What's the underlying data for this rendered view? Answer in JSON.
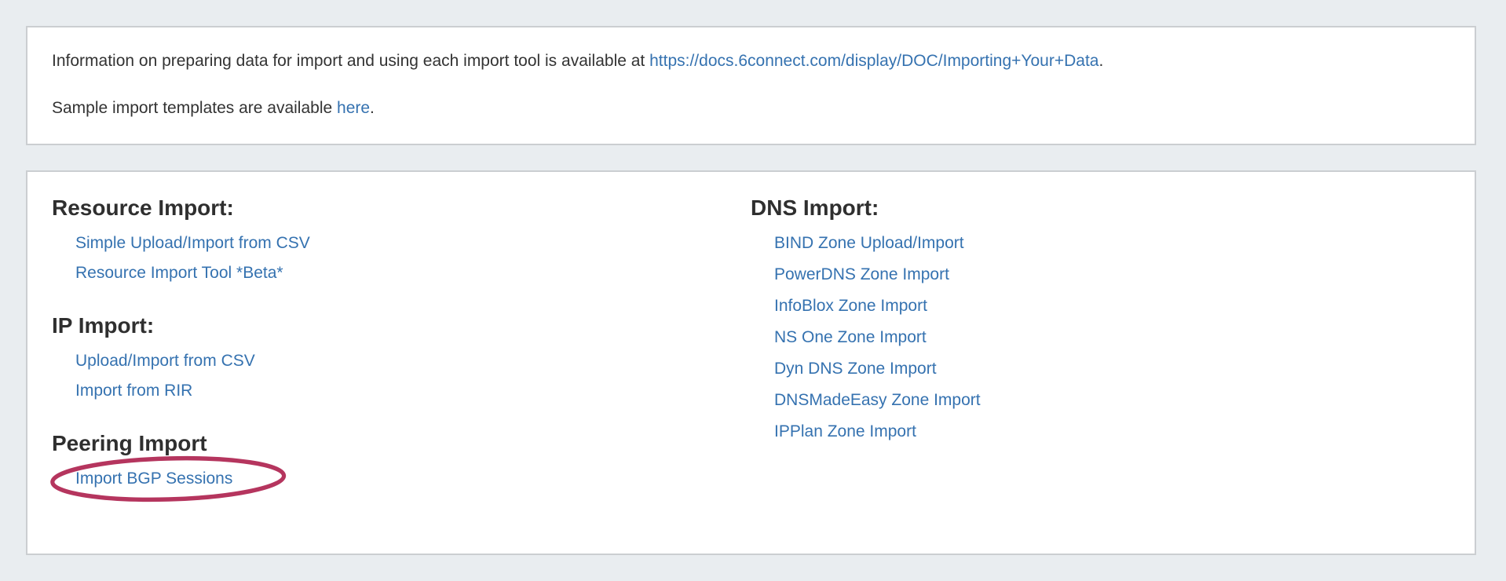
{
  "colors": {
    "page_background": "#e9edf0",
    "panel_background": "#ffffff",
    "panel_border": "#cbced1",
    "body_text": "#333333",
    "heading_text": "#2f2f2f",
    "link": "#3572b0",
    "circle_annotation": "#b5355e"
  },
  "info_panel": {
    "line1_prefix": "Information on preparing data for import and using each import tool is available at ",
    "line1_link": "https://docs.6connect.com/display/DOC/Importing+Your+Data",
    "line1_suffix": ".",
    "line2_prefix": "Sample import templates are available ",
    "line2_link": "here",
    "line2_suffix": "."
  },
  "import_panel": {
    "left": [
      {
        "title": "Resource Import:",
        "links": [
          "Simple Upload/Import from CSV",
          "Resource Import Tool *Beta*"
        ]
      },
      {
        "title": "IP Import:",
        "links": [
          "Upload/Import from CSV",
          "Import from RIR"
        ]
      },
      {
        "title": "Peering Import",
        "links": [
          "Import BGP Sessions"
        ]
      }
    ],
    "right": [
      {
        "title": "DNS Import:",
        "links": [
          "BIND Zone Upload/Import",
          "PowerDNS Zone Import",
          "InfoBlox Zone Import",
          "NS One Zone Import",
          "Dyn DNS Zone Import",
          "DNSMadeEasy Zone Import",
          "IPPlan Zone Import"
        ]
      }
    ]
  },
  "annotation": {
    "circled_link": "Import BGP Sessions"
  }
}
